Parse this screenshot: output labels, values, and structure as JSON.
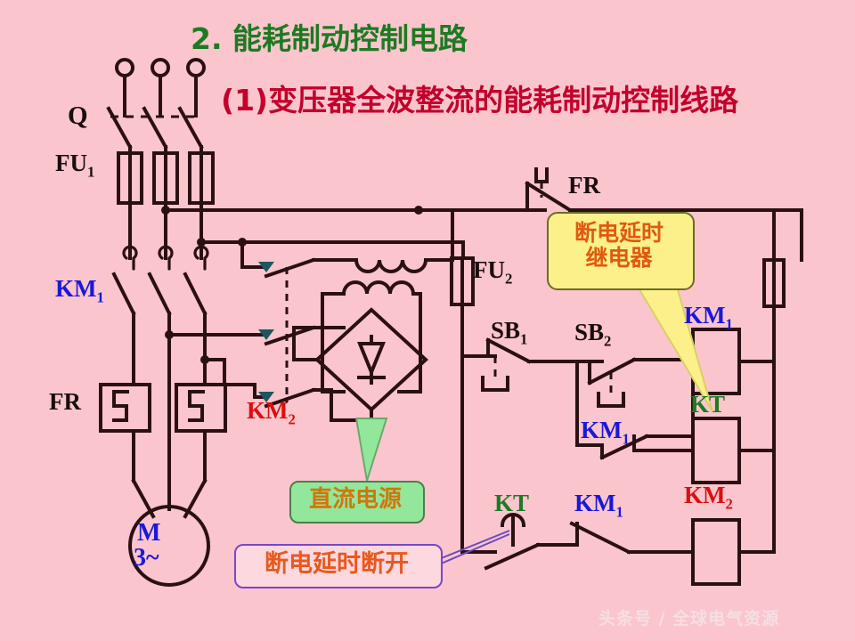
{
  "title": {
    "main": "2. 能耗制动控制电路",
    "sub": "(1)变压器全波整流的能耗制动控制线路",
    "main_color": "#1d7a22",
    "sub_color": "#c2002b"
  },
  "background_color": "#fbc5cd",
  "wire_color": "#2b1012",
  "labels": {
    "disconnect_switch": "Q",
    "main_fuse": "FU",
    "main_fuse_sub": "1",
    "contactor_main": "KM",
    "contactor_main_sub": "1",
    "thermal_relay_left": "FR",
    "brake_contactor": "KM",
    "brake_contactor_sub": "2",
    "control_fuse": "FU",
    "control_fuse_sub": "2",
    "thermal_relay_control": "FR",
    "stop_button": "SB",
    "stop_button_sub": "1",
    "start_button": "SB",
    "start_button_sub": "2",
    "km1_coil": "KM",
    "km1_coil_sub": "1",
    "kt_coil": "KT",
    "km1_aux": "KM",
    "km1_aux_sub": "1",
    "kt_contact": "KT",
    "km1_nc": "KM",
    "km1_nc_sub": "1",
    "km2_coil": "KM",
    "km2_coil_sub": "2",
    "motor_symbol": "M",
    "motor_phase": "3~"
  },
  "label_colors": {
    "black": "#1a0d0d",
    "blue": "#1a18d8",
    "red": "#d81010",
    "green": "#1d7a22"
  },
  "callouts": {
    "relay": {
      "line1": "断电延时",
      "line2": "继电器",
      "fill": "#fbf08a",
      "border": "#6b6b2a",
      "text_color": "#e05a10"
    },
    "dc_source": {
      "text": "直流电源",
      "fill": "#93e79a",
      "border": "#4d7d50",
      "text_color": "#d0760c"
    },
    "delay_open": {
      "text": "断电延时断开",
      "fill": "#fdd8de",
      "border": "#7a46c8",
      "text_color": "#e8591f"
    }
  },
  "watermark": "头条号 / 全球电气资源"
}
